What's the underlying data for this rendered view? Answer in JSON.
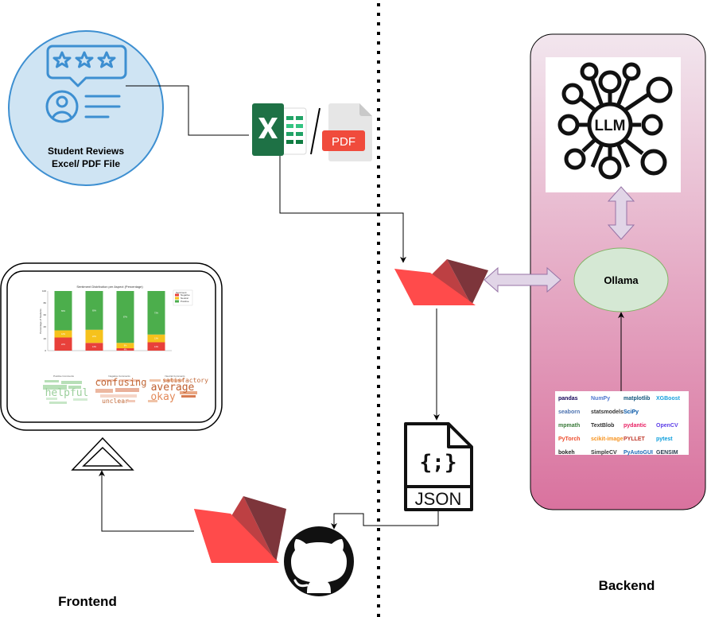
{
  "student_reviews": {
    "line1": "Student Reviews",
    "line2": "Excel/ PDF File"
  },
  "pdf_icon_label": "PDF",
  "json_icon": {
    "braces": "{;}",
    "label": "JSON"
  },
  "llm_label": "LLM",
  "ollama_label": "Ollama",
  "frontend_label": "Frontend",
  "backend_label": "Backend",
  "dashboard": {
    "chart_title": "Sentiment Distribution per Aspect (Percentage)",
    "ylabel": "Percentage of Students",
    "legend_title": "Sentiment",
    "wordcloud_titles": [
      "Positive Comments",
      "Negative Comments",
      "Neutral Comments"
    ],
    "words": {
      "positive": "helpful",
      "negative_1": "confusing",
      "negative_2": "unclear",
      "neutral_1": "average",
      "neutral_2": "okay",
      "neutral_3": "satisfactory"
    }
  },
  "chart_data": {
    "type": "bar",
    "stacked": true,
    "title": "Sentiment Distribution per Aspect (Percentage)",
    "ylabel": "Percentage of Students",
    "ylim": [
      0,
      100
    ],
    "yticks": [
      0,
      20,
      40,
      60,
      80,
      100
    ],
    "categories": [
      "",
      "",
      "",
      ""
    ],
    "series": [
      {
        "name": "Negative",
        "color": "#e8403a",
        "values": [
          22,
          13,
          4,
          14
        ]
      },
      {
        "name": "Neutral",
        "color": "#f6c21c",
        "values": [
          12,
          22,
          9,
          13
        ]
      },
      {
        "name": "Positive",
        "color": "#4cae4c",
        "values": [
          66,
          65,
          87,
          73
        ]
      }
    ],
    "legend_position": "top-right"
  },
  "libraries": [
    "pandas",
    "NumPy",
    "matplotlib",
    "XGBoost",
    "seaborn",
    "statsmodels",
    "SciPy",
    "",
    "mpmath",
    "TextBlob",
    "pydantic",
    "OpenCV",
    "PyTorch",
    "scikit-image",
    "PYLLET",
    "pytest",
    "bokeh",
    "SimpleCV",
    "PyAutoGUI",
    "GENSIM"
  ],
  "colors": {
    "reviews_circle": "#cfe4f3",
    "reviews_border": "#3d8fd1",
    "backend_top": "#f0e0ea",
    "backend_bottom": "#d9729e",
    "ollama_fill": "#d5e8d4",
    "ollama_border": "#82b366",
    "arrow_fill": "#e1d5e7",
    "arrow_border": "#9673a6",
    "streamlit_red": "#ff4b4b",
    "excel_green": "#1e7145",
    "pdf_red": "#f04b3c"
  }
}
